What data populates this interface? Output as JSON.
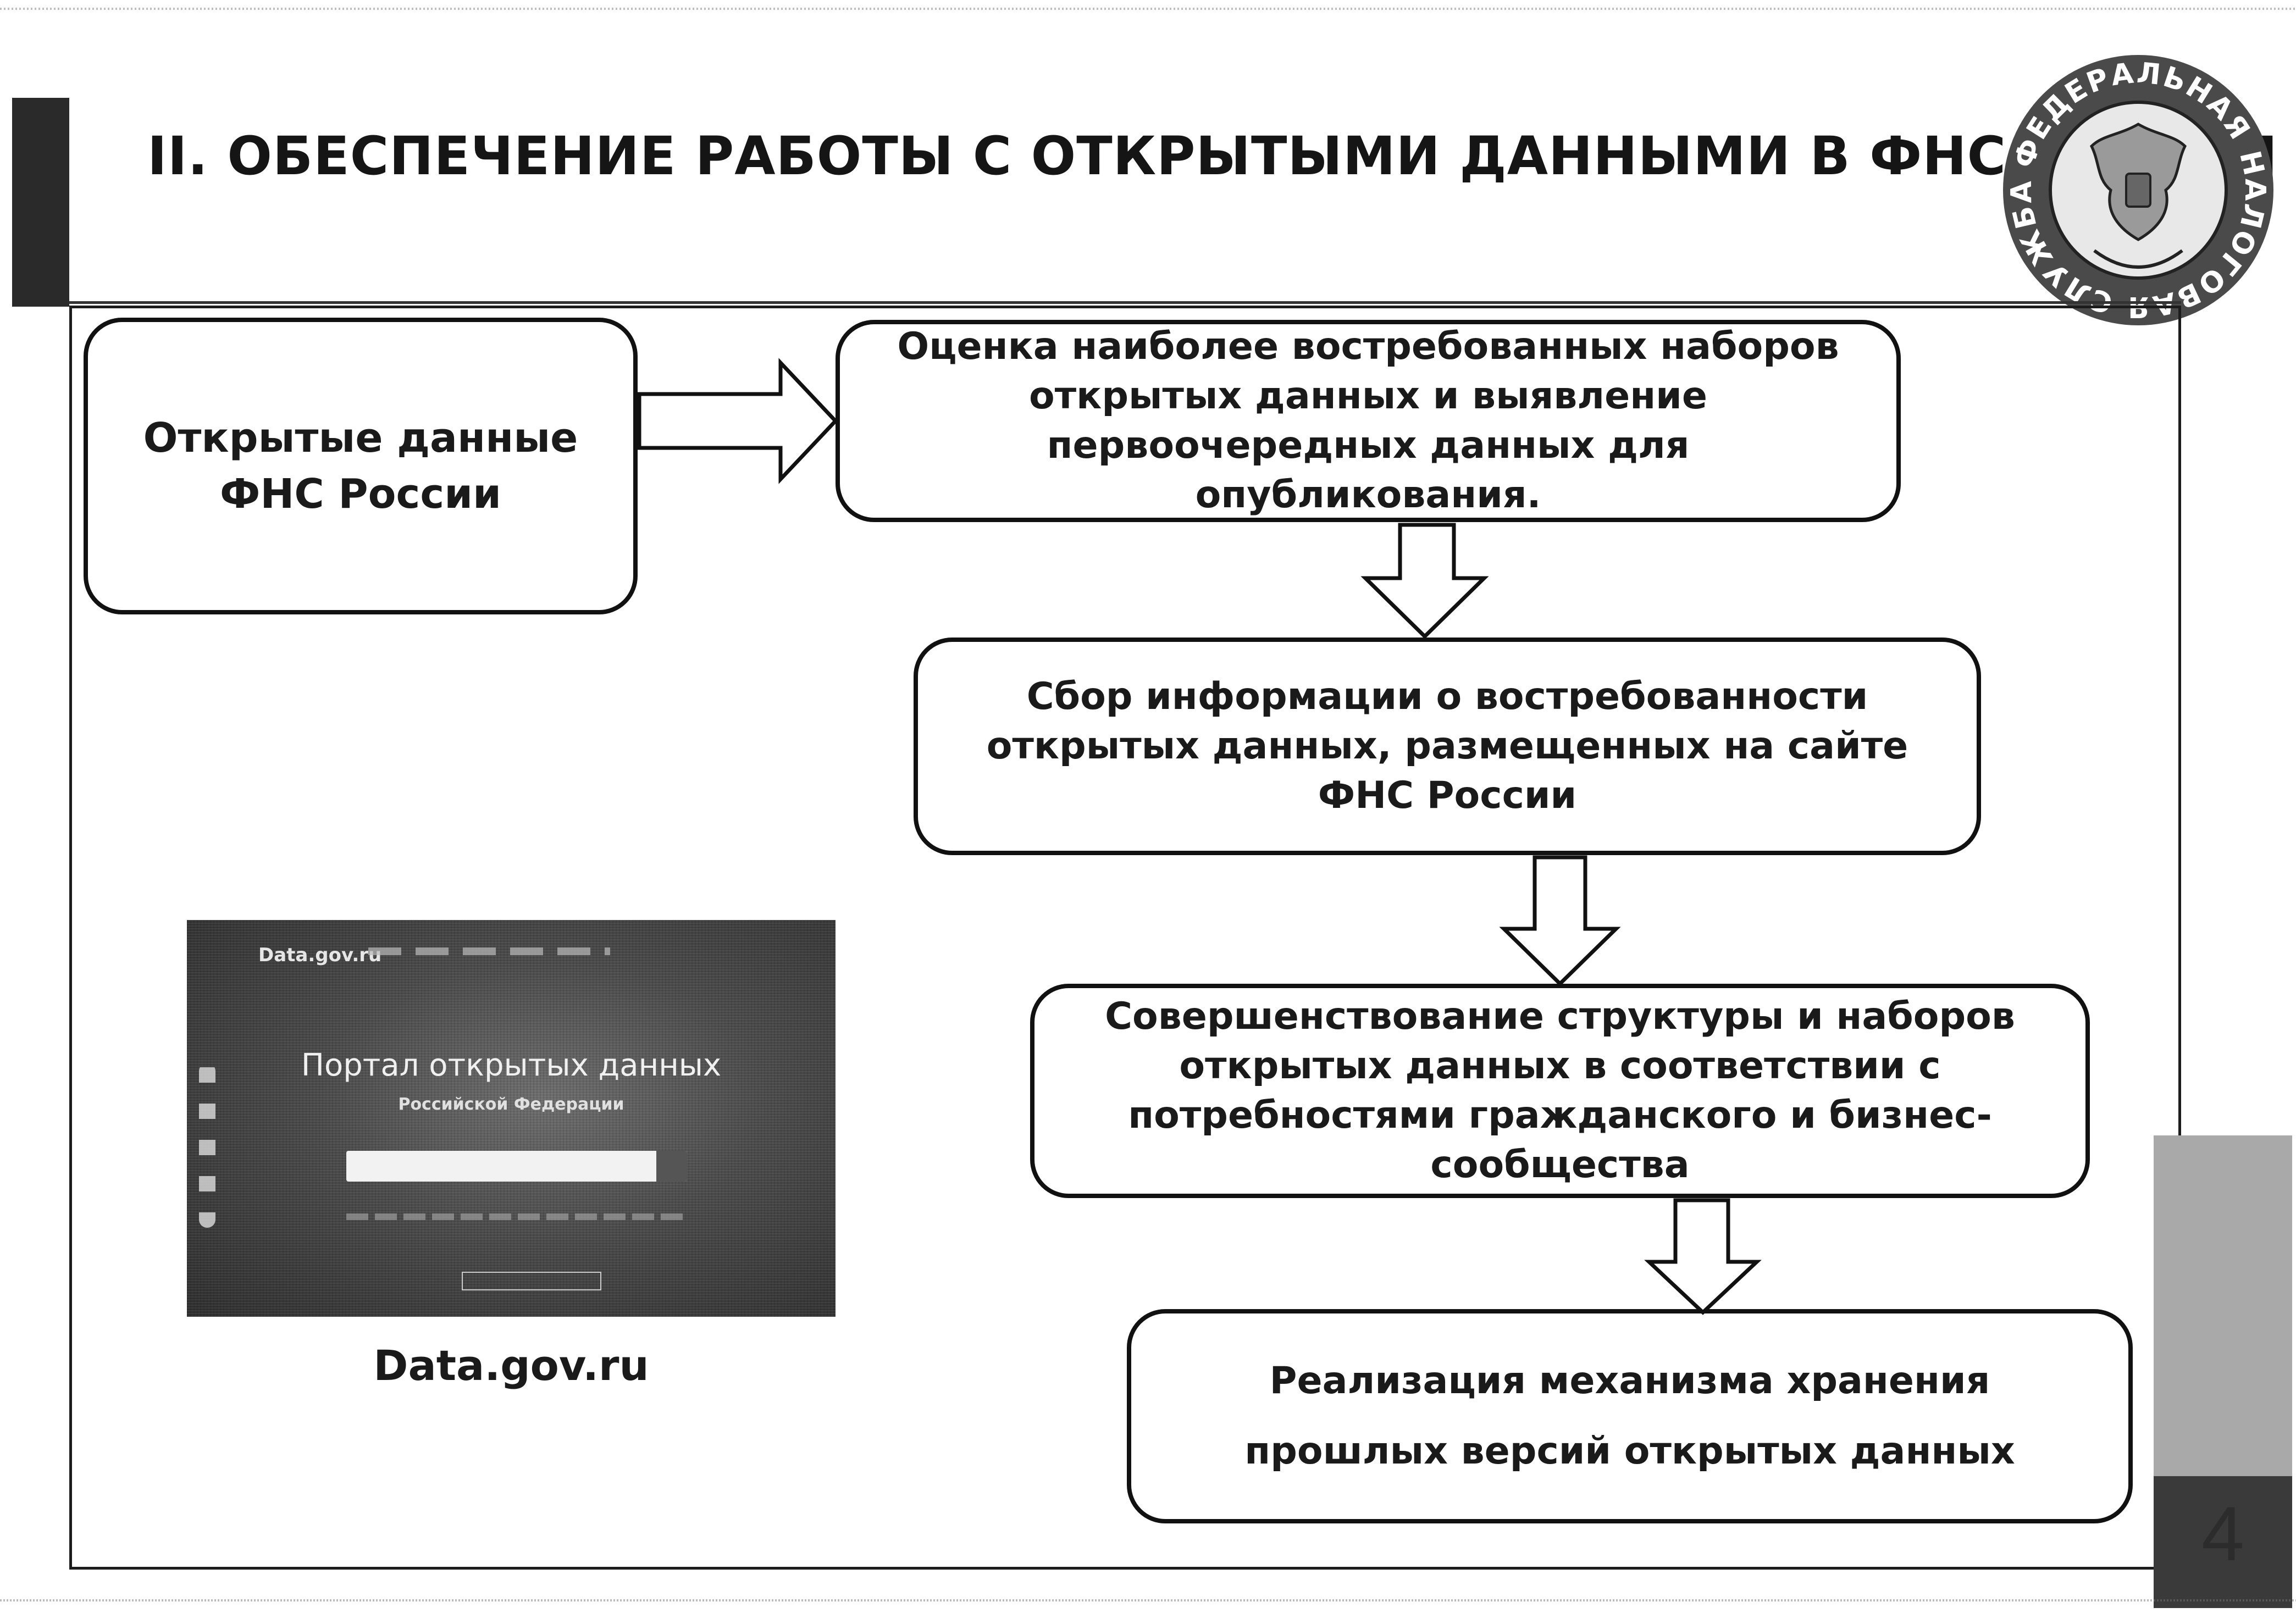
{
  "header": {
    "title": "II. ОБЕСПЕЧЕНИЕ РАБОТЫ С ОТКРЫТЫМИ ДАННЫМИ В ФНС РОССИИ",
    "emblem_text": "ФЕДЕРАЛЬНАЯ НАЛОГОВАЯ СЛУЖБА"
  },
  "diagram": {
    "source": "Открытые данные ФНС России",
    "steps": [
      "Оценка наиболее востребованных наборов открытых данных и выявление первоочередных данных для опубликования.",
      "Сбор информации о востребованности открытых данных, размещенных на сайте ФНС России",
      "Совершенствование структуры  и наборов открытых данных в соответствии с потребностями гражданского и бизнес-сообщества",
      "Реализация механизма хранения  прошлых версий открытых данных"
    ]
  },
  "screenshot": {
    "logo": "Data.gov.ru",
    "title": "Портал открытых данных",
    "subtitle": "Российской Федерации",
    "caption": "Data.gov.ru"
  },
  "page_number": "4",
  "colors": {
    "border": "#111111",
    "side_block": "#a9a9a9",
    "left_bar": "#2a2a2a"
  }
}
